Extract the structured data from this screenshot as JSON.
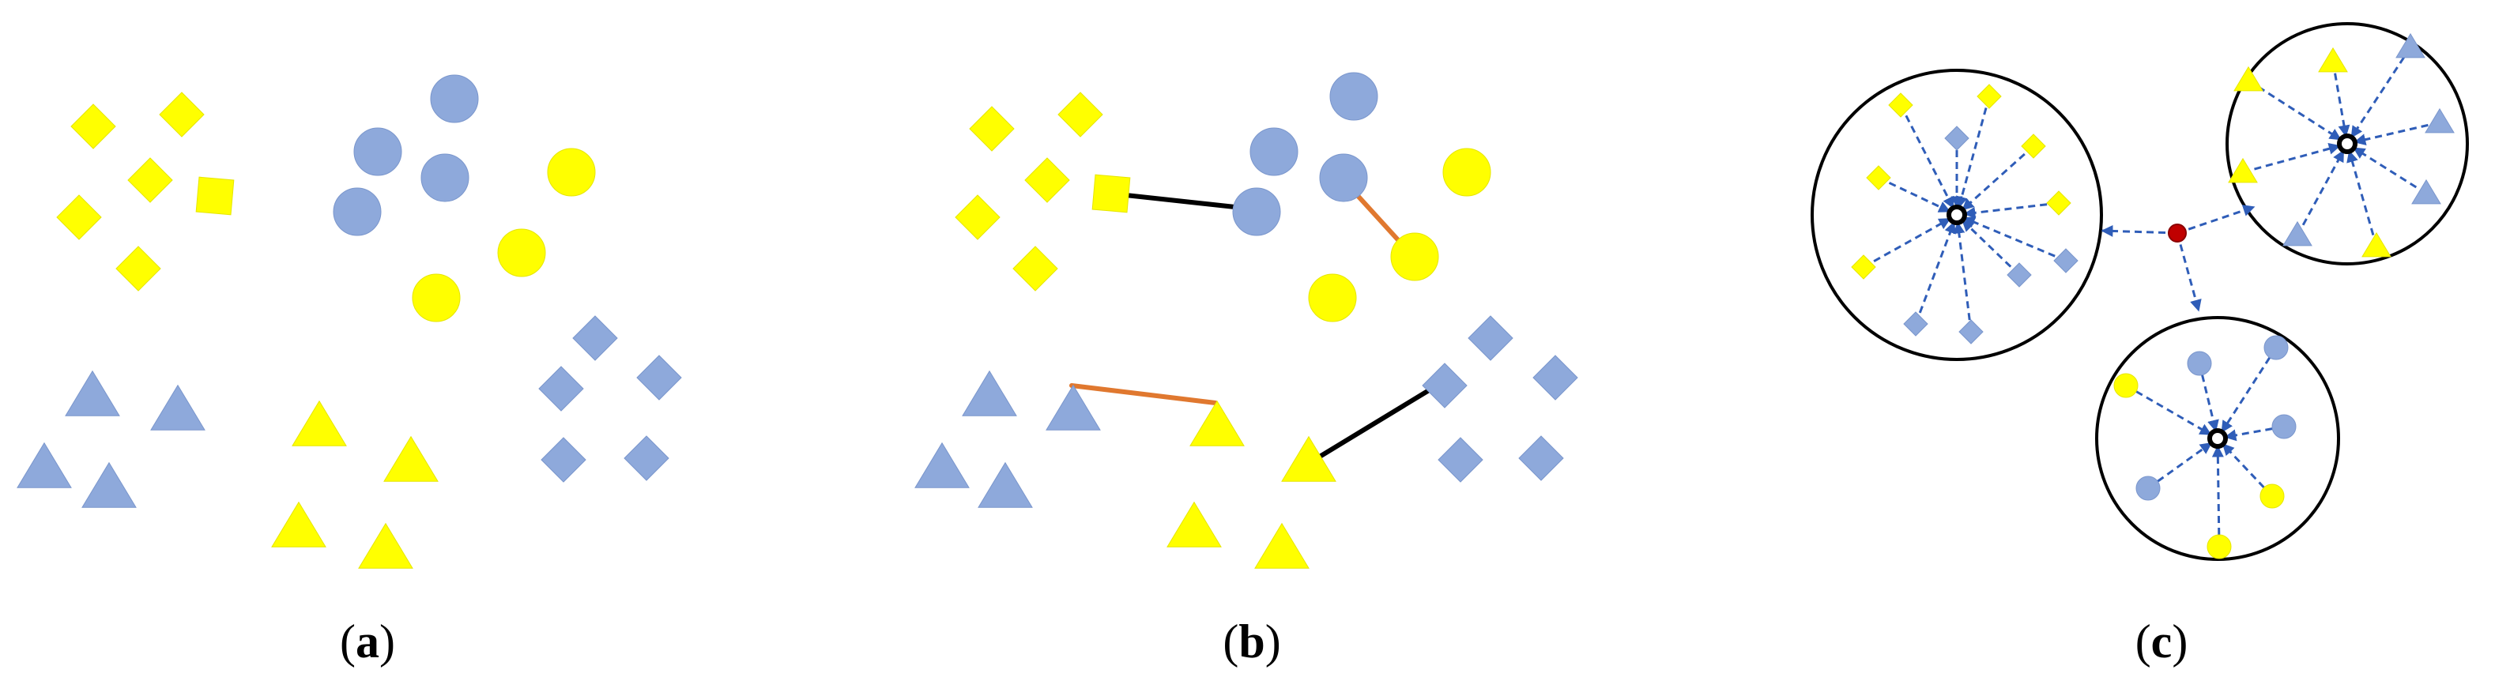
{
  "colors": {
    "yellow": "#FFFF00",
    "blue": "#8EA9DB",
    "blue_edge": "#7A96CC",
    "black_link": "#000000",
    "orange_link": "#E0782F",
    "dashed_arrow": "#2F5DB8",
    "center_point": "#C00000",
    "circle_outline": "#000000"
  },
  "panels": [
    {
      "id": "a",
      "caption": {
        "open": "(",
        "letter": "a",
        "close": ")"
      }
    },
    {
      "id": "b",
      "caption": {
        "open": "(",
        "letter": "b",
        "close": ")"
      }
    },
    {
      "id": "c",
      "caption": {
        "open": "(",
        "letter": "c",
        "close": ")"
      }
    }
  ],
  "legend_semantics": {
    "marker_shapes": [
      "diamond-icon",
      "circle-icon",
      "triangle-icon",
      "square-icon"
    ],
    "panel_b_links": [
      "black-link",
      "orange-link"
    ],
    "panel_c": [
      "cluster-circle",
      "cluster-center-marker",
      "global-center-dot",
      "dashed-arrow"
    ]
  }
}
